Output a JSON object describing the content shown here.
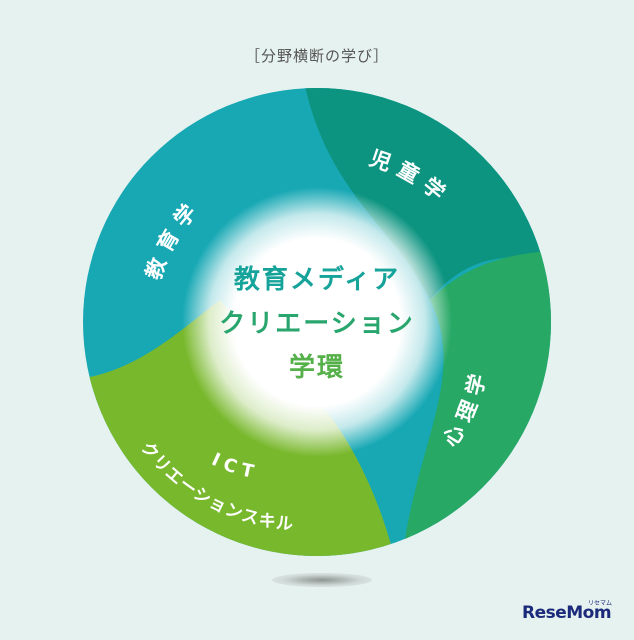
{
  "header": "［分野横断の学び］",
  "center": {
    "line1": "教育メディア",
    "line2": "クリエーション",
    "line3": "学環"
  },
  "segments": {
    "education": "教育学",
    "child": "児童学",
    "psychology": "心理学",
    "ict_line1": "ICT",
    "ict_line2": "クリエーションスキル"
  },
  "colors": {
    "education": "#17a8b4",
    "child": "#0c9480",
    "psychology": "#27a865",
    "ict": "#78b82c",
    "center_line1": "#16a39a",
    "center_line2": "#29a66d",
    "center_line3": "#55b04a"
  },
  "logo": {
    "text": "ReseMom",
    "sub": "リセマム"
  }
}
